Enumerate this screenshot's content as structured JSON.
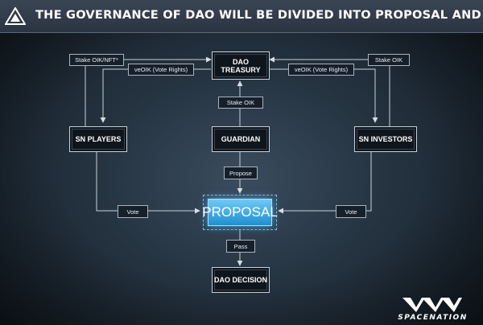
{
  "header": {
    "title": "THE GOVERNANCE OF DAO WILL BE DIVIDED INTO PROPOSAL AND VOTING.",
    "logo_icon": "triangle-logo-icon"
  },
  "nodes": {
    "dao_treasury": "DAO TREASURY",
    "sn_players": "SN PLAYERS",
    "guardian": "GUARDIAN",
    "sn_investors": "SN INVESTORS",
    "proposal": "PROPOSAL",
    "dao_decision": "DAO DECISION"
  },
  "edges": {
    "stake_players": "Stake OIK/NFT*",
    "veoik_left": "veOIK (Vote Rights)",
    "veoik_right": "veOIK (Vote Rights)",
    "stake_investors": "Stake OIK",
    "stake_guardian": "Stake OIK",
    "propose": "Propose",
    "vote_left": "Vote",
    "vote_right": "Vote",
    "pass": "Pass"
  },
  "brand": {
    "name": "SPACENATION",
    "logo_icon": "spacenation-logo-icon"
  },
  "colors": {
    "background": "#24323f",
    "banner": "#2f3a48",
    "node_fill": "#0f151c",
    "proposal_fill": "#2fa3e0",
    "line": "#c9d1d9"
  }
}
